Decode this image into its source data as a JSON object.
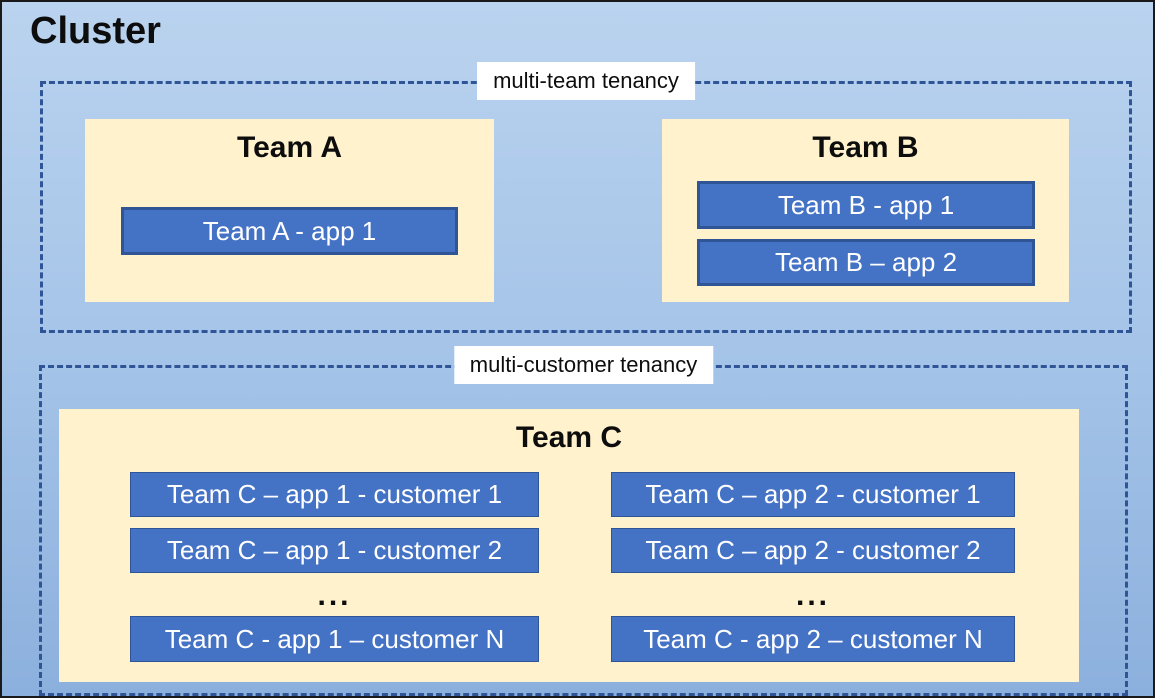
{
  "cluster_title": "Cluster",
  "colors": {
    "background_top": "#BAD3EF",
    "background_bottom": "#8CB0DD",
    "team_box_fill": "#FFF2CC",
    "app_box_fill": "#4472C4",
    "app_box_border": "#2F5597",
    "dashed_border": "#2F5597",
    "label_background": "#FFFFFF",
    "title_text": "#0D0D0D",
    "app_text": "#FFFFFF"
  },
  "sections": [
    {
      "label": "multi-team tenancy",
      "teams": [
        {
          "name": "Team A",
          "apps": [
            "Team A - app 1"
          ]
        },
        {
          "name": "Team B",
          "apps": [
            "Team B - app 1",
            "Team B – app 2"
          ]
        }
      ]
    },
    {
      "label": "multi-customer tenancy",
      "teams": [
        {
          "name": "Team C",
          "columns": [
            {
              "rows": [
                "Team C – app 1 - customer 1",
                "Team C – app 1 - customer 2"
              ],
              "ellipsis": "...",
              "last_row": "Team C - app 1 – customer N"
            },
            {
              "rows": [
                "Team C – app 2 - customer 1",
                "Team C – app 2 - customer 2"
              ],
              "ellipsis": "...",
              "last_row": "Team C - app 2 – customer N"
            }
          ]
        }
      ]
    }
  ]
}
